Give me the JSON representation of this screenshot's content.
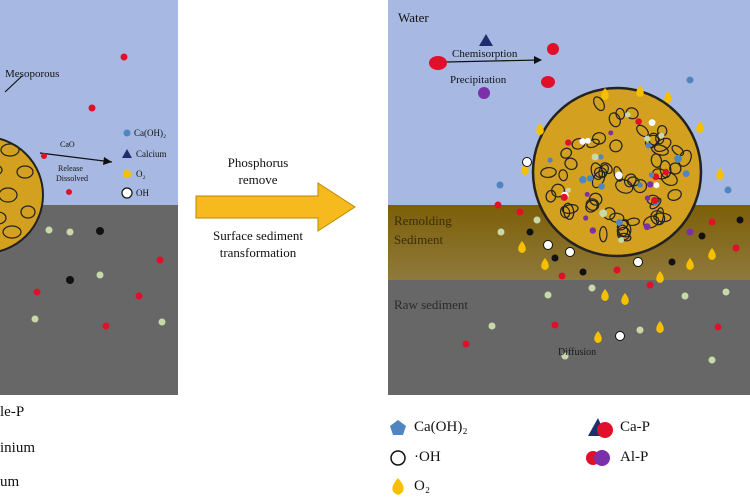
{
  "left_panel": {
    "mesoporous_label": "Mesoporous",
    "reaction_labels": [
      "CaO",
      "Release",
      "Dissolved"
    ],
    "inline_legend": [
      "Ca(OH)₂",
      "Calcium",
      "O₂",
      "OH"
    ]
  },
  "middle": {
    "process_label_line1": "Phosphorus",
    "process_label_line2": "remove",
    "process_label_line3": "Surface sediment",
    "process_label_line4": "transformation"
  },
  "right_panel": {
    "water_label": "Water",
    "chemisorption_label": "Chemisorption",
    "precipitation_label": "Precipitation",
    "remolding_label_line1": "Remolding",
    "remolding_label_line2": "Sediment",
    "raw_sediment_label": "Raw sediment",
    "diffusion_label": "Diffusion"
  },
  "bottom_left_legend": [
    "le-P",
    "inium",
    "um"
  ],
  "bottom_legend": {
    "caoh2": "Ca(OH)₂",
    "oh": "·OH",
    "o2": "O₂",
    "cap": "Ca-P",
    "alp": "Al-P"
  },
  "colors": {
    "water_blue": "#a7b9e2",
    "sediment_gray": "#676767",
    "remolding_brown": "#8a6b0d",
    "particle_gold": "#d4a01f",
    "arrow_gold": "#f6b91e",
    "red": "#e0102a",
    "navy": "#1f2e6e",
    "purple": "#7b2fa8",
    "blue_dot": "#4f86c0",
    "yellow_drop": "#f6c000",
    "pale_green": "#c7d9a8"
  }
}
